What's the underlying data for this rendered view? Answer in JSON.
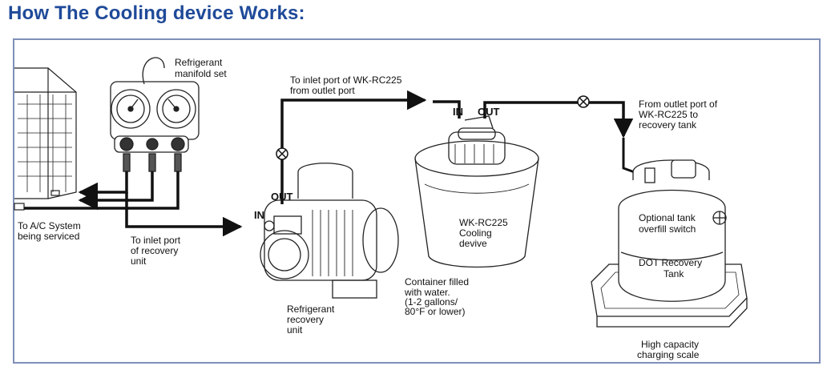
{
  "title": "How The Cooling device Works:",
  "colors": {
    "title": "#1f4a99",
    "frame": "#7f8fb8",
    "line": "#111111"
  },
  "labels": {
    "manifold": [
      "Refrigerant",
      "manifold set"
    ],
    "inlet_wk": [
      "To inlet port of WK-RC225",
      "from outlet port"
    ],
    "from_outlet": [
      "From outlet port of",
      "WK-RC225 to",
      "recovery tank"
    ],
    "ac_system": [
      "To A/C System",
      "being serviced"
    ],
    "inlet_recovery": [
      "To inlet port",
      "of recovery",
      "unit"
    ],
    "recovery_unit": [
      "Refrigerant",
      "recovery",
      "unit"
    ],
    "cooling_device": [
      "WK-RC225",
      "Cooling",
      "devive"
    ],
    "container": [
      "Container filled",
      "with water.",
      "(1-2 gallons/",
      "80°F or lower)"
    ],
    "tank_switch": [
      "Optional tank",
      "overfill switch"
    ],
    "dot_tank": [
      "DOT Recovery",
      "Tank"
    ],
    "scale": [
      "High capacity",
      "charging scale"
    ]
  },
  "ports": {
    "out_pump": "OUT",
    "in_pump": "IN",
    "in_cooler": "IN",
    "out_cooler": "OUT"
  }
}
